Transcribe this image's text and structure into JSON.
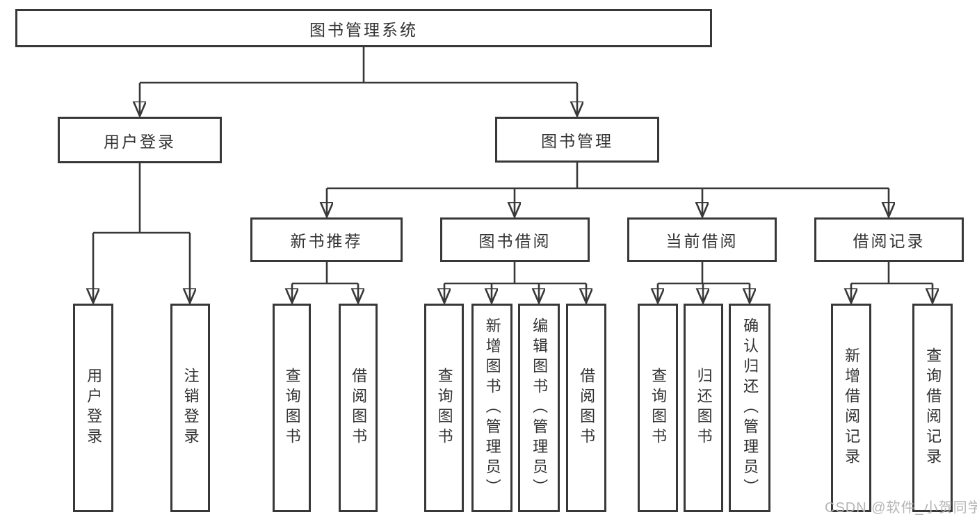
{
  "tree": {
    "root": {
      "label": "图书管理系统",
      "children": [
        {
          "label": "用户登录",
          "children": [
            {
              "label": "用户登录"
            },
            {
              "label": "注销登录"
            }
          ]
        },
        {
          "label": "图书管理",
          "children": [
            {
              "label": "新书推荐",
              "children": [
                {
                  "label": "查询图书"
                },
                {
                  "label": "借阅图书"
                }
              ]
            },
            {
              "label": "图书借阅",
              "children": [
                {
                  "label": "查询图书"
                },
                {
                  "label": "新增图书（管理员）"
                },
                {
                  "label": "编辑图书（管理员）"
                },
                {
                  "label": "借阅图书"
                }
              ]
            },
            {
              "label": "当前借阅",
              "children": [
                {
                  "label": "查询图书"
                },
                {
                  "label": "归还图书"
                },
                {
                  "label": "确认归还（管理员）"
                }
              ]
            },
            {
              "label": "借阅记录",
              "children": [
                {
                  "label": "新增借阅记录"
                },
                {
                  "label": "查询借阅记录"
                }
              ]
            }
          ]
        }
      ]
    }
  },
  "watermark": {
    "text": "CSDN @软件_小贺同学"
  },
  "colors": {
    "line": "#383838",
    "text": "#333333",
    "box_background": "#ffffff",
    "page_background": "#ffffff",
    "watermark": "#b5b5b5"
  }
}
